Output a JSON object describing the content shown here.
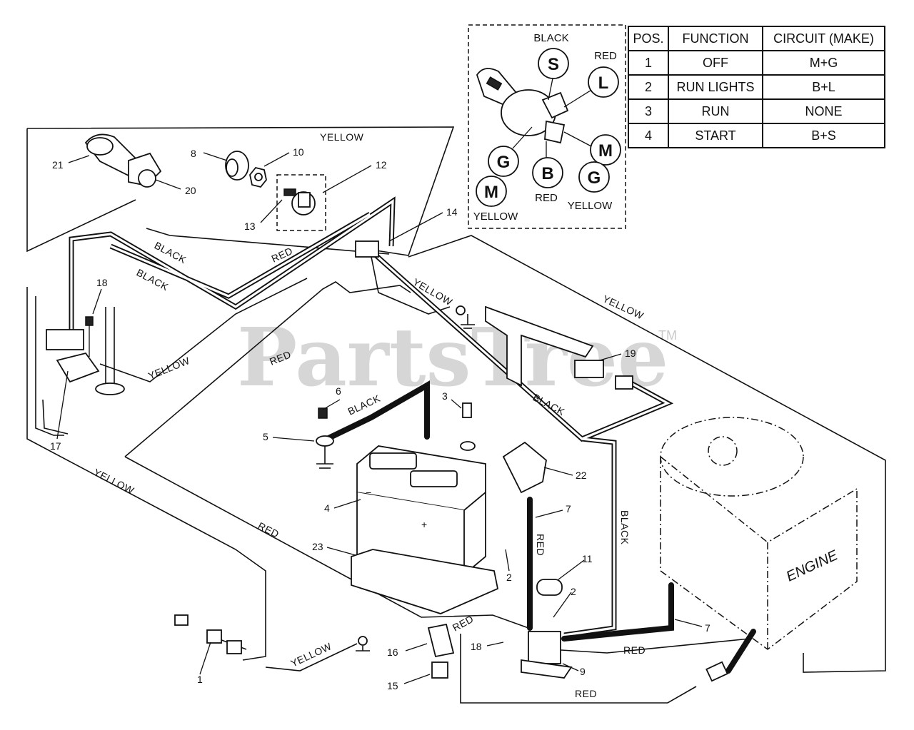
{
  "watermark": {
    "text": "PartsTree",
    "trademark": "TM"
  },
  "wire_labels": {
    "yellow": "YELLOW",
    "black": "BLACK",
    "red": "RED"
  },
  "engine_label": "ENGINE",
  "callouts": [
    "1",
    "2",
    "3",
    "4",
    "5",
    "6",
    "7",
    "8",
    "9",
    "10",
    "11",
    "12",
    "13",
    "14",
    "15",
    "16",
    "17",
    "18",
    "19",
    "20",
    "21",
    "22",
    "23"
  ],
  "ignition_switch": {
    "terminals": [
      {
        "letter": "S",
        "color": "BLACK"
      },
      {
        "letter": "L",
        "color": "RED"
      },
      {
        "letter": "M",
        "color": ""
      },
      {
        "letter": "G",
        "color": "YELLOW"
      },
      {
        "letter": "B",
        "color": "RED"
      },
      {
        "letter": "G",
        "color": ""
      },
      {
        "letter": "M",
        "color": "YELLOW"
      }
    ]
  },
  "switch_table": {
    "headers": [
      "POS.",
      "FUNCTION",
      "CIRCUIT  (MAKE)"
    ],
    "rows": [
      [
        "1",
        "OFF",
        "M+G"
      ],
      [
        "2",
        "RUN LIGHTS",
        "B+L"
      ],
      [
        "3",
        "RUN",
        "NONE"
      ],
      [
        "4",
        "START",
        "B+S"
      ]
    ]
  }
}
